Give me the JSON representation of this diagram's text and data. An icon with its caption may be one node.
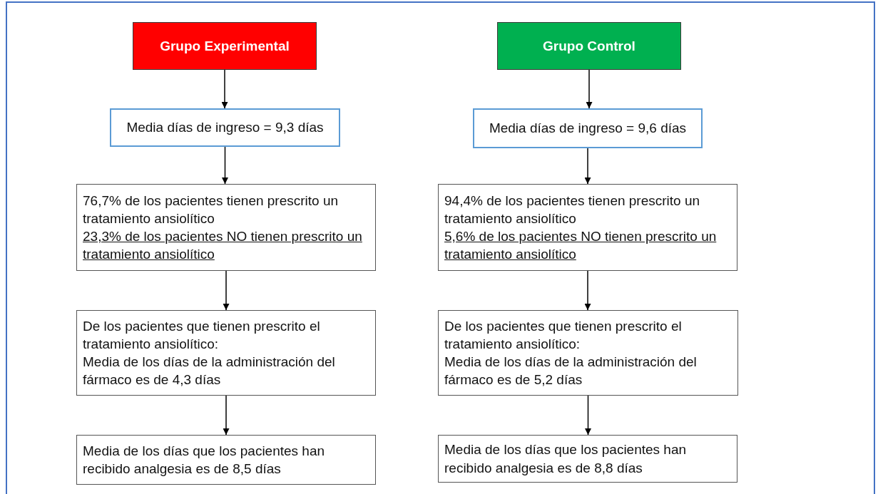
{
  "diagram": {
    "nodes": [
      {
        "text": [
          "Grupo Experimental"
        ]
      },
      {
        "text": [
          "Grupo Control"
        ]
      },
      {
        "text": [
          "Media días de ingreso = 9,3 días"
        ]
      },
      {
        "text": [
          "Media días de ingreso = 9,6 días"
        ]
      },
      {
        "text": [
          "76,7% de los pacientes tienen prescrito un tratamiento ansiolítico",
          "23,3% de los pacientes NO tienen prescrito un tratamiento ansiolítico"
        ]
      },
      {
        "text": [
          "94,4% de los pacientes tienen prescrito un tratamiento ansiolítico",
          "5,6% de los pacientes NO tienen prescrito un tratamiento ansiolítico"
        ]
      },
      {
        "text": [
          "De los pacientes que tienen prescrito el tratamiento ansiolítico:",
          "Media de los días de la administración del fármaco es de 4,3 días"
        ]
      },
      {
        "text": [
          "De los pacientes que tienen prescrito el tratamiento ansiolítico:",
          "Media de los días de la administración del fármaco es de 5,2 días"
        ]
      },
      {
        "text": [
          "Media de los días que los pacientes han recibido analgesia es de 8,5 días"
        ]
      },
      {
        "text": [
          "Media de los días que los pacientes han recibido analgesia es de 8,8 días"
        ]
      }
    ],
    "edges": [
      {
        "from": 0,
        "to": 2,
        "arrow": "to"
      },
      {
        "from": 2,
        "to": 4,
        "arrow": "to"
      },
      {
        "from": 4,
        "to": 6,
        "arrow": "to"
      },
      {
        "from": 6,
        "to": 8,
        "arrow": "to"
      },
      {
        "from": 1,
        "to": 3,
        "arrow": "to"
      },
      {
        "from": 3,
        "to": 5,
        "arrow": "to"
      },
      {
        "from": 5,
        "to": 7,
        "arrow": "to"
      },
      {
        "from": 7,
        "to": 9,
        "arrow": "to"
      }
    ]
  }
}
